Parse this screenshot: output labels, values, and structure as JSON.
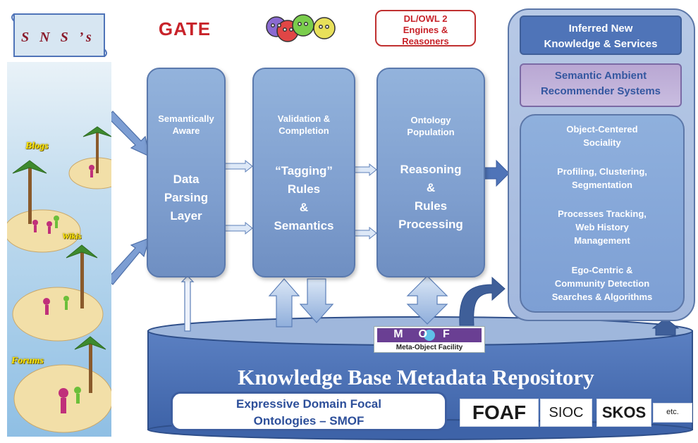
{
  "sns": {
    "label": "S N S ’s"
  },
  "islands": {
    "blogs": "Blogs",
    "wikis": "Wikis",
    "forums": "Forums"
  },
  "tools": {
    "gate": "GATE",
    "dl_engines": [
      "DL/OWL 2",
      "Engines &",
      "Reasoners"
    ]
  },
  "layers": [
    {
      "subtitle": [
        "Semantically",
        "Aware"
      ],
      "title": [
        "Data",
        "Parsing",
        "Layer"
      ]
    },
    {
      "subtitle": [
        "Validation &",
        "Completion"
      ],
      "title": [
        "“Tagging”",
        "Rules",
        "&",
        "Semantics"
      ]
    },
    {
      "subtitle": [
        "Ontology",
        "Population"
      ],
      "title": [
        "Reasoning",
        "&",
        "Rules",
        "Processing"
      ]
    }
  ],
  "right_panel": {
    "top": [
      "Inferred New",
      "Knowledge & Services"
    ],
    "mid": [
      "Semantic Ambient",
      "Recommender Systems"
    ],
    "items": [
      [
        "Object-Centered",
        "Sociality"
      ],
      [
        "Profiling, Clustering,",
        "Segmentation"
      ],
      [
        "Processes Tracking,",
        "Web History",
        "Management"
      ],
      [
        "Ego-Centric &",
        "Community Detection",
        "Searches & Algorithms"
      ]
    ]
  },
  "repository": {
    "title": "Knowledge Base Metadata Repository",
    "smof": [
      "Expressive Domain Focal",
      "Ontologies – SMOF"
    ],
    "mof_logo": "MOF",
    "mof_caption": "Meta-Object Facility",
    "logos": {
      "foaf": "FOAF",
      "sioc": "SIOC",
      "skos": "SKOS",
      "etc": "etc."
    }
  },
  "colors": {
    "layer_fill": "#88a8d6",
    "repo_fill": "#4a70b5",
    "arrow_fill": "#a9c2e6",
    "accent_red": "#c8232a"
  }
}
